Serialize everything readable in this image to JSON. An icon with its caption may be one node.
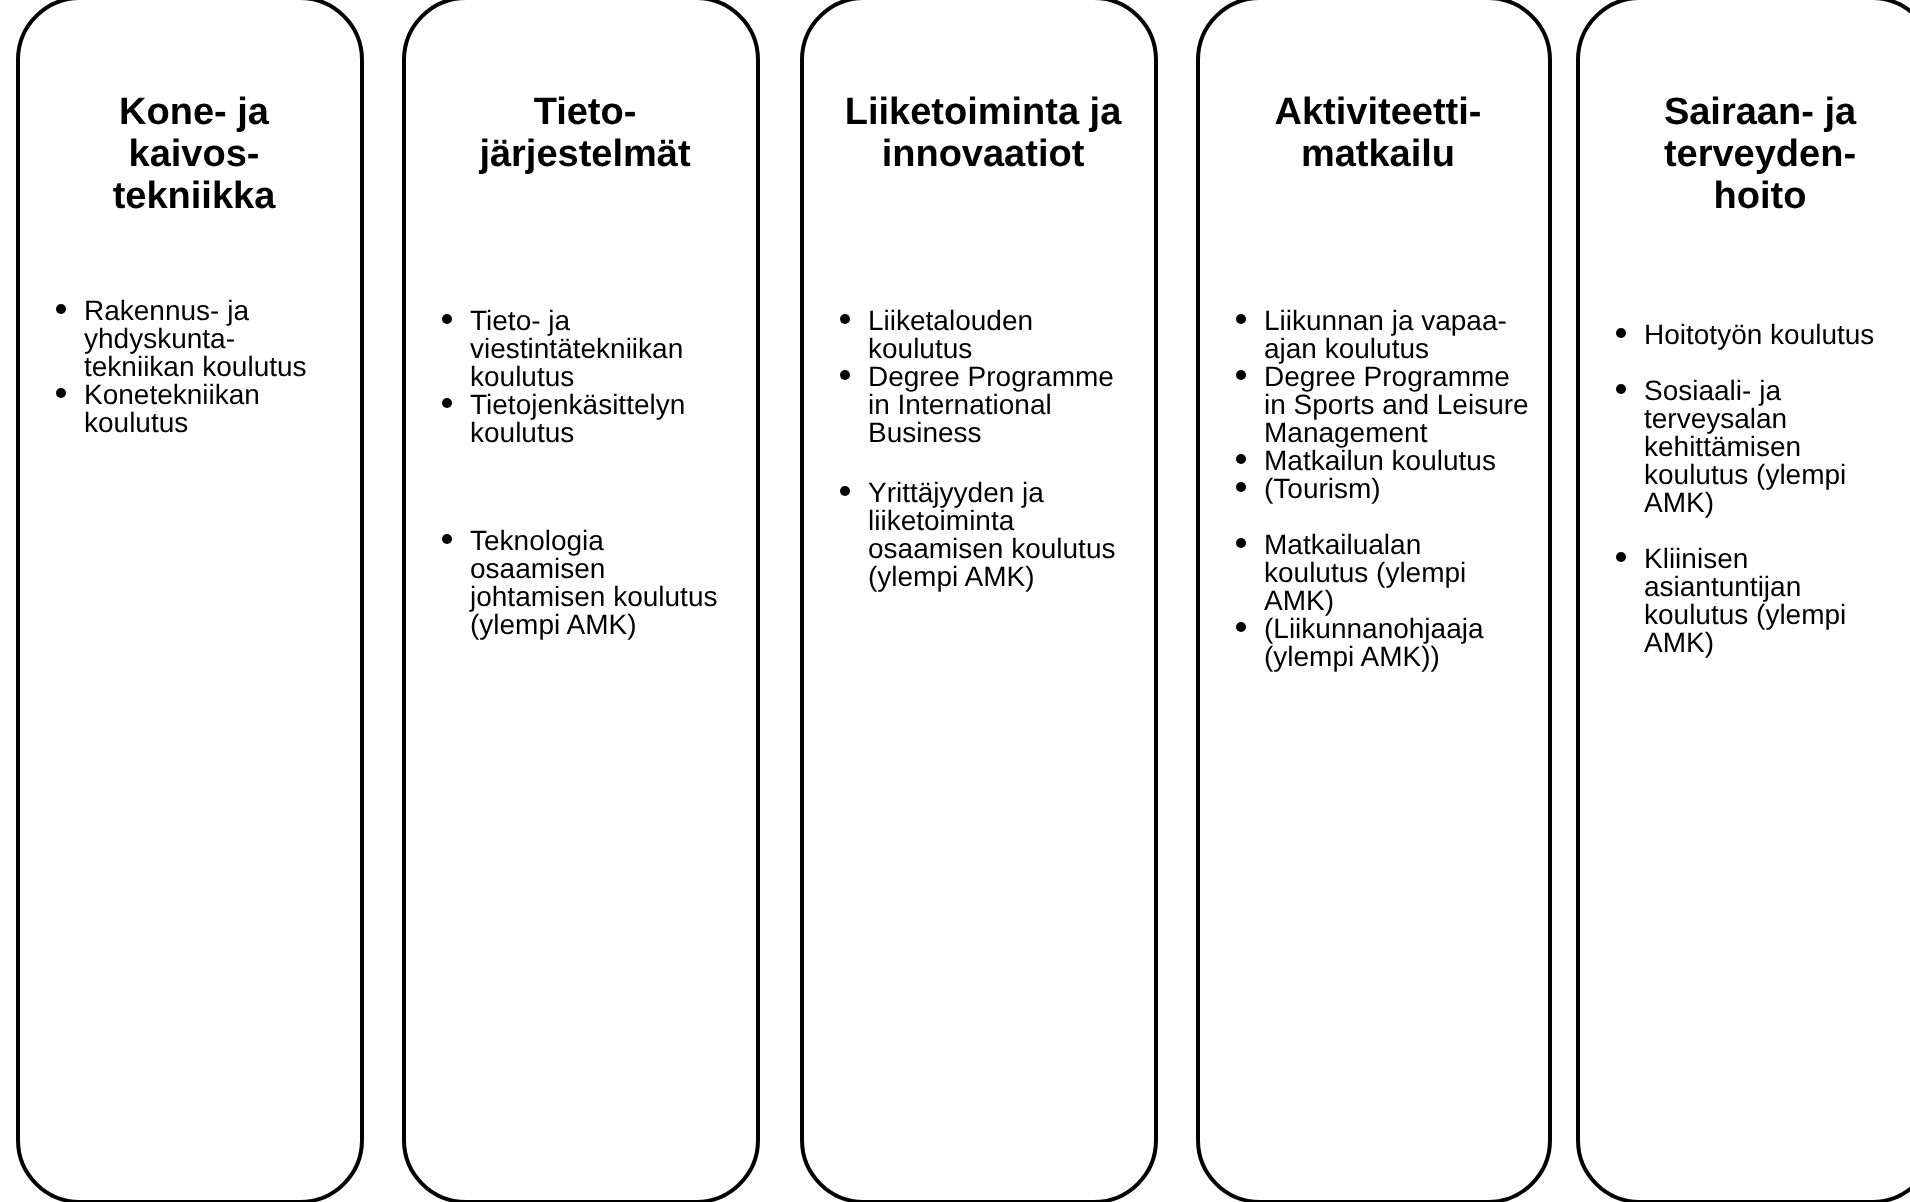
{
  "diagram": {
    "nodes": [
      {
        "text": [
          "Kone- ja kaivos- tekniikka",
          "Rakennus- ja yhdyskunta- tekniikan koulutus",
          "Konetekniikan koulutus"
        ]
      },
      {
        "text": [
          "Tieto- järjestelmät",
          "Tieto- ja viestintätekniikan koulutus",
          "Tietojenkäsittelyn koulutus",
          "Teknologia osaamisen johtamisen koulutus (ylempi AMK)"
        ]
      },
      {
        "text": [
          "Liiketoiminta ja innovaatiot",
          "Liiketalouden koulutus",
          "Degree Programme in International Business",
          "Yrittäjyyden ja liiketoiminta osaamisen koulutus (ylempi AMK)"
        ]
      },
      {
        "text": [
          "Aktiviteetti- matkailu",
          "Liikunnan ja vapaa-ajan koulutus",
          "Degree Programme in Sports and Leisure Management",
          "Matkailun koulutus",
          "(Tourism)",
          "Matkailualan koulutus (ylempi AMK)",
          "(Liikunnanohjaaja (ylempi AMK))"
        ]
      },
      {
        "text": [
          "Sairaan- ja terveyden- hoito",
          "Hoitotyön koulutus",
          "Sosiaali- ja terveysalan kehittämisen koulutus (ylempi AMK)",
          "Kliinisen asiantuntijan koulutus (ylempi AMK)"
        ]
      }
    ]
  }
}
